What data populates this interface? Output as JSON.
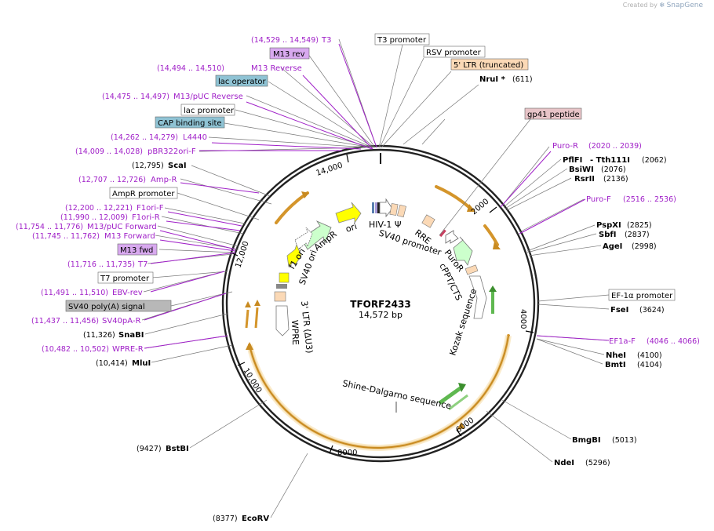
{
  "header": {
    "created_by": "Created by",
    "brand": "SnapGene"
  },
  "plasmid": {
    "name": "TFORF2433",
    "size": "14,572 bp"
  },
  "ruler": [
    "2000",
    "4000",
    "6000",
    "8000",
    "10,000",
    "12,000",
    "14,000"
  ],
  "labels": {
    "t3_range": "(14,529 .. 14,549)",
    "t3": "T3",
    "m13rev": "M13 rev",
    "m13reverse_range": "(14,494 .. 14,510)",
    "m13reverse": "M13 Reverse",
    "lacop": "lac operator",
    "m13puc_range": "(14,475 .. 14,497)",
    "m13puc": "M13/pUC Reverse",
    "lacprom": "lac promoter",
    "cap": "CAP binding site",
    "l4440_range": "(14,262 .. 14,279)",
    "l4440": "L4440",
    "pbr_range": "(14,009 .. 14,028)",
    "pbr": "pBR322ori-F",
    "scai_pos": "(12,795)",
    "scai": "ScaI",
    "ampr_range": "(12,707 .. 12,726)",
    "ampr": "Amp-R",
    "ampr_prom": "AmpR promoter",
    "f1orif_range": "(12,200 .. 12,221)",
    "f1orif": "F1ori-F",
    "f1orir_range": "(11,990 .. 12,009)",
    "f1orir": "F1ori-R",
    "m13pucf_range": "(11,754 .. 11,776)",
    "m13pucf": "M13/pUC Forward",
    "m13f_range": "(11,745 .. 11,762)",
    "m13f": "M13 Forward",
    "m13fwd": "M13 fwd",
    "t7_range": "(11,716 .. 11,735)",
    "t7": "T7",
    "t7prom": "T7 promoter",
    "ebv_range": "(11,491 .. 11,510)",
    "ebv": "EBV-rev",
    "sv40pa": "SV40 poly(A) signal",
    "sv40par_range": "(11,437 .. 11,456)",
    "sv40par": "SV40pA-R",
    "snabi_pos": "(11,326)",
    "snabi": "SnaBI",
    "wpre_range": "(10,482 .. 10,502)",
    "wpre": "WPRE-R",
    "mlui_pos": "(10,414)",
    "mlui": "MluI",
    "bstbi_pos": "(9427)",
    "bstbi": "BstBI",
    "ecorv_pos": "(8377)",
    "ecorv": "EcoRV",
    "t3prom": "T3 promoter",
    "rsv": "RSV promoter",
    "ltr5": "5' LTR (truncated)",
    "nrui": "NruI *",
    "nrui_pos": "(611)",
    "gp41": "gp41 peptide",
    "purof_r": "Puro-R",
    "purof_r_range": "(2020 .. 2039)",
    "pflfi": "PflFI",
    "tth": "- Tth111I",
    "tth_pos": "(2062)",
    "bsiwi": "BsiWI",
    "bsiwi_pos": "(2076)",
    "rsrii": "RsrII",
    "rsrii_pos": "(2136)",
    "purof": "Puro-F",
    "purof_range": "(2516 .. 2536)",
    "pspxi": "PspXI",
    "pspxi_pos": "(2825)",
    "sbfi": "SbfI",
    "sbfi_pos": "(2837)",
    "agei": "AgeI",
    "agei_pos": "(2998)",
    "ef1a_prom": "EF-1α promoter",
    "fsei": "FseI",
    "fsei_pos": "(3624)",
    "ef1af": "EF1a-F",
    "ef1af_range": "(4046 .. 4066)",
    "nhei": "NheI",
    "nhei_pos": "(4100)",
    "bmti": "BmtI",
    "bmti_pos": "(4104)",
    "bmgbi": "BmgBI",
    "bmgbi_pos": "(5013)",
    "ndei": "NdeI",
    "ndei_pos": "(5296)"
  },
  "features": {
    "hiv": "HIV-1 Ψ",
    "rre": "RRE",
    "sv40prom": "SV40 promoter",
    "puror": "PuroR",
    "cppt": "cPPT/CTS",
    "kozak": "Kozak sequence",
    "shine": "Shine-Dalgarno sequence",
    "ori": "ori",
    "ampr": "AmpR",
    "f1ori": "f1 ori",
    "sv40ori": "SV40 ori",
    "ltr3": "3' LTR (ΔU3)",
    "wpre": "WPRE"
  },
  "colors": {
    "primer": "#a020c8",
    "enzyme": "#000000",
    "ori": "#ffff00",
    "resistance": "#ccffcc",
    "orf": "#e6a42a",
    "promoter": "#ffffff",
    "ltr": "#fbd9b6",
    "feature_green": "#5fb850"
  }
}
